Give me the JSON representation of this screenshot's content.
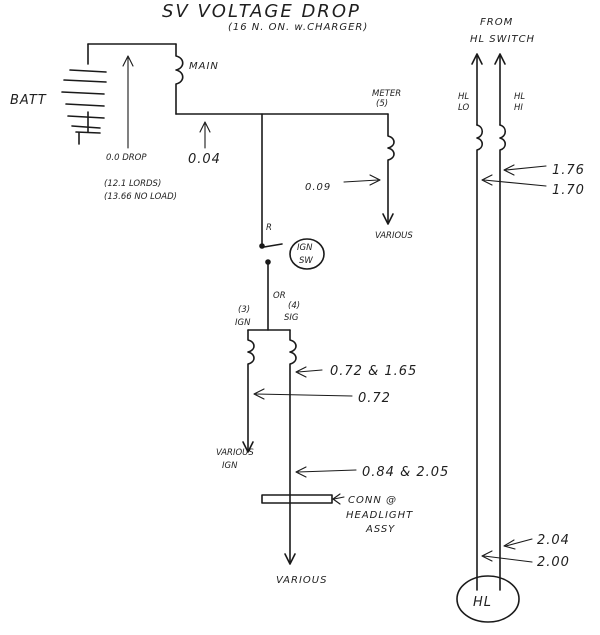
{
  "diagram": {
    "title": "SV VOLTAGE DROP",
    "subtitle": "(16 N. ON. w.CHARGER)",
    "labels": {
      "batt": "BATT",
      "main": "MAIN",
      "meter": "METER",
      "meter_num": "(5)",
      "drop": "0.0 DROP",
      "lords": "(12.1 LORDS)",
      "no_load": "(13.66 NO LOAD)",
      "v_main": "0.04",
      "v_meter": "0.09",
      "various_meter": "VARIOUS",
      "wire_r": "R",
      "ign_sw_1": "IGN",
      "ign_sw_2": "SW",
      "wire_or": "OR",
      "fuse3_num": "(3)",
      "fuse3_name": "IGN",
      "fuse4_num": "(4)",
      "fuse4_name": "SIG",
      "v_fuse": "0.72 & 1.65",
      "v_branch": "0.72",
      "various_ign_1": "VARIOUS",
      "various_ign_2": "IGN",
      "v_conn": "0.84 & 2.05",
      "conn_1": "CONN @",
      "conn_2": "HEADLIGHT",
      "conn_3": "ASSY",
      "various_bottom": "VARIOUS",
      "from_1": "FROM",
      "from_2": "HL SWITCH",
      "hl_lo_1": "HL",
      "hl_lo_2": "LO",
      "hl_hi_1": "HL",
      "hl_hi_2": "HI",
      "v_hl_top_1": "1.76",
      "v_hl_top_2": "1.70",
      "v_hl_bot_1": "2.04",
      "v_hl_bot_2": "2.00",
      "hl": "HL"
    }
  }
}
